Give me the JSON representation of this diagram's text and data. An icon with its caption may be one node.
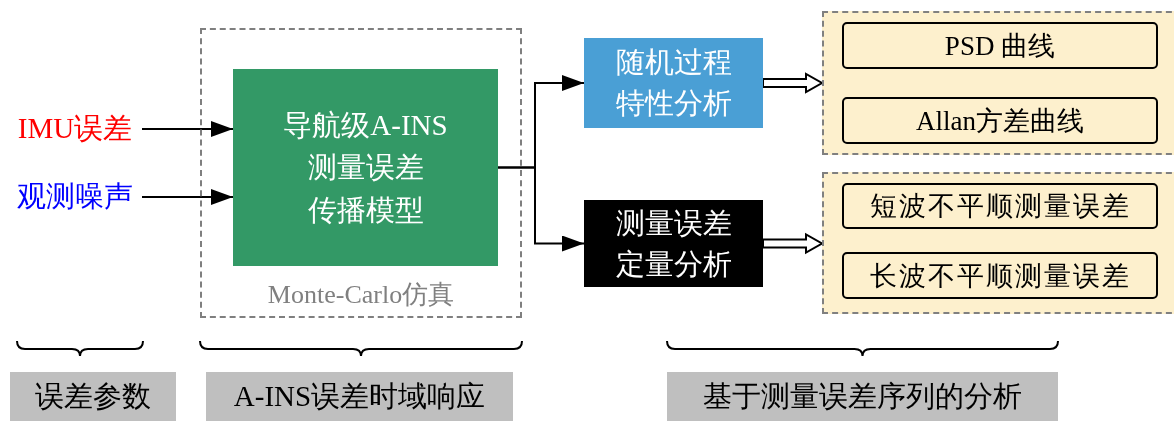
{
  "diagram": {
    "nodes": [
      {
        "text": [
          "IMU误差"
        ]
      },
      {
        "text": [
          "观测噪声"
        ]
      },
      {
        "text": [
          "Monte-Carlo仿真"
        ]
      },
      {
        "text": [
          "导航级A-INS测量误差传播模型"
        ],
        "in": 2
      },
      {
        "text": [
          "随机过程特性分析"
        ]
      },
      {
        "text": [
          "测量误差定量分析"
        ]
      },
      {
        "text": [],
        "shape": "box"
      },
      {
        "text": [
          "PSD 曲线"
        ],
        "in": 6
      },
      {
        "text": [
          "Allan方差曲线"
        ],
        "in": 6
      },
      {
        "text": [],
        "shape": "box"
      },
      {
        "text": [
          "短波不平顺测量误差"
        ],
        "in": 9
      },
      {
        "text": [
          "长波不平顺测量误差"
        ],
        "in": 9
      },
      {
        "text": [
          "误差参数"
        ]
      },
      {
        "text": [
          "A-INS误差时域响应"
        ]
      },
      {
        "text": [
          "基于测量误差序列的分析"
        ]
      }
    ],
    "edges": [
      {
        "from": 0,
        "to": 3,
        "arrow": "to"
      },
      {
        "from": 1,
        "to": 3,
        "arrow": "to"
      },
      {
        "from": 3,
        "to": 4,
        "arrow": "to"
      },
      {
        "from": 3,
        "to": 5,
        "arrow": "to"
      },
      {
        "from": 4,
        "to": 6,
        "arrow": "to",
        "style": "thick"
      },
      {
        "from": 5,
        "to": 9,
        "arrow": "to",
        "style": "thick"
      }
    ]
  }
}
